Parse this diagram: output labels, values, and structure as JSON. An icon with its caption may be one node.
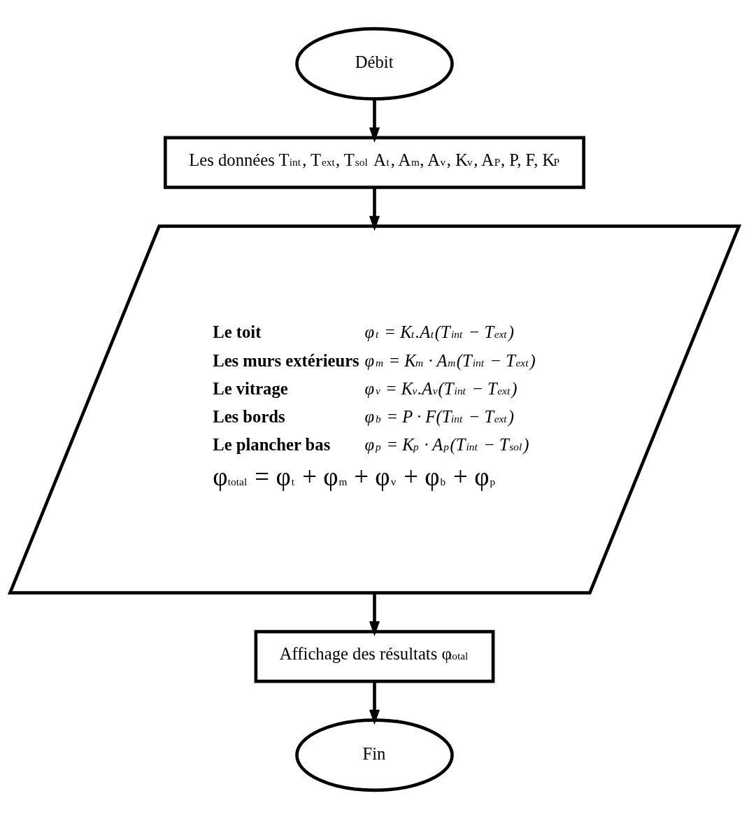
{
  "diagram": {
    "nodes": [
      {
        "text": [
          "Débit"
        ]
      },
      {
        "text": [
          "Les données T$_{int}$, T$_{ext}$, T$_{sol}$ A$_{t}$, A$_{m}$, A$_{v}$, K$_{v}$, A$_{P}$, P, F, K$_{P}$"
        ]
      },
      {
        "text": [
          "Le toit",
          "φ$_{t}$ = K$_{t}$.A$_{t}$(T$_{int}$ − T$_{ext}$)",
          "Les murs extérieurs",
          "φ$_{m}$ = K$_{m}$ · A$_{m}$(T$_{int}$ − T$_{ext}$)",
          "Le vitrage",
          "φ$_{v}$ = K$_{v}$.A$_{v}$(T$_{int}$ − T$_{ext}$)",
          "Les bords",
          "φ$_{b}$ = P · F(T$_{int}$ − T$_{ext}$)",
          "Le plancher bas",
          "φ$_{p}$ = K$_{p}$ · A$_{p}$(T$_{int}$ − T$_{sol}$)",
          "φ$_{total}$ = φ$_{t}$ + φ$_{m}$ + φ$_{v}$ + φ$_{b}$ + φ$_{p}$"
        ]
      },
      {
        "text": [
          "Affichage des résultats φ$_{total}$"
        ]
      },
      {
        "text": [
          "Fin"
        ]
      }
    ],
    "edges": [
      {
        "from": 0,
        "to": 1,
        "arrow": "to"
      },
      {
        "from": 1,
        "to": 2,
        "arrow": "to"
      },
      {
        "from": 2,
        "to": 3,
        "arrow": "to"
      },
      {
        "from": 3,
        "to": 4,
        "arrow": "to"
      }
    ]
  }
}
